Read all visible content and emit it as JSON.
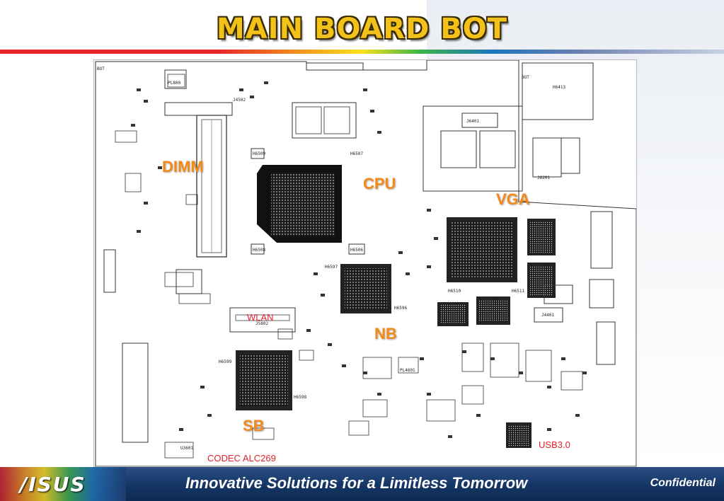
{
  "title": "MAIN BOARD BOT",
  "labels": {
    "dimm": "DIMM",
    "cpu": "CPU",
    "vga": "VGA",
    "nb": "NB",
    "sb": "SB",
    "wlan": "WLAN",
    "codec": "CODEC ALC269",
    "usb": "USB3.0"
  },
  "board_text": {
    "bot_top_left": "BOT",
    "bot_top_right": "BOT",
    "j4502": "J4502",
    "pl800": "PL800",
    "h6509": "H6509",
    "h6508": "H6508",
    "h6506": "H6506",
    "h6507": "H6507",
    "j6401": "J6401",
    "j6201": "J6201",
    "h6413": "H6413",
    "h6510": "H6510",
    "h6511": "H6511",
    "h6596": "H6596",
    "h6598": "H6598",
    "h6597": "H6597",
    "h6599": "H6599",
    "j5802": "J5802",
    "u3601": "U3601",
    "j4401": "J4401",
    "pl4601": "PL4601"
  },
  "footer": {
    "logo": "/ISUS",
    "tagline": "Innovative Solutions for a Limitless Tomorrow",
    "confidential": "Confidential"
  },
  "colors": {
    "title_fill": "#f2c21a",
    "label_orange": "#f28a1a",
    "label_red": "#e6202a",
    "footer_bg": "#143564"
  }
}
